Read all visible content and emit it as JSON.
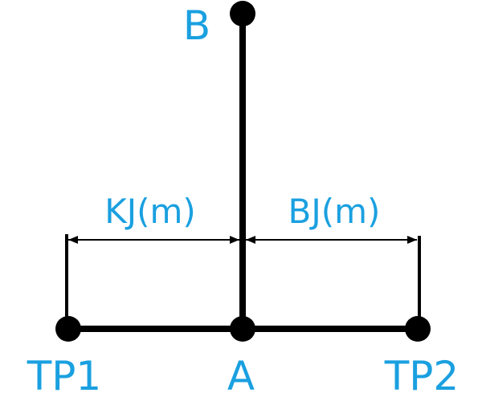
{
  "diagram": {
    "colors": {
      "line": "#000000",
      "label": "#1aa0e0",
      "background": "#ffffff"
    },
    "points": {
      "B": "B",
      "A": "A",
      "TP1": "TP1",
      "TP2": "TP2"
    },
    "dimensions": {
      "left": "KJ(m)",
      "right": "BJ(m)"
    }
  }
}
